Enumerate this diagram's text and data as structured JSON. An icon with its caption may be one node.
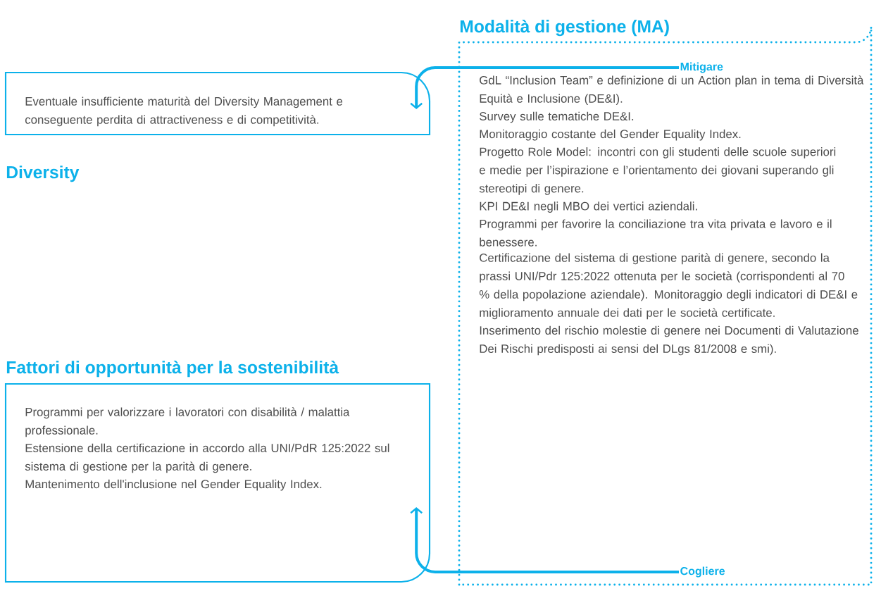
{
  "diagram": {
    "nodes": [
      {
        "text": [
          "Modalità di gestione (MA)",
          "GdL “Inclusion Team” e definizione di un Action plan in tema di Diversità Equità e Inclusione (DE&I).",
          "Survey sulle tematiche DE&I.",
          "Monitoraggio costante del Gender Equality Index.",
          "Progetto Role Model: incontri con gli studenti delle scuole superiori e medie per l’ispirazione e l’orientamento dei giovani superando gli stereotipi di genere.",
          "KPI DE&I negli MBO dei vertici aziendali.",
          "Programmi per favorire la conciliazione tra vita privata e lavoro e il benessere.",
          "Certificazione del sistema di gestione parità di genere, secondo la prassi UNI/Pdr 125:2022 ottenuta per le società (corrispondenti al 70 % della popolazione aziendale). Monitoraggio degli indicatori di DE&I e miglioramento annuale dei dati per le società certificate.",
          "Inserimento del rischio molestie di genere nei Documenti di Valutazione Dei Rischi predisposti ai sensi del DLgs 81/2008 e smi)."
        ]
      },
      {
        "text": [
          "Eventuale insufficiente maturità del Diversity Management e conseguente perdita di attractiveness e di competitività.",
          "Diversity"
        ]
      },
      {
        "text": [
          "Fattori di opportunità per la sostenibilità",
          "Programmi per valorizzare i lavoratori con disabilità / malattia professionale.",
          "Estensione della certificazione in accordo alla UNI/PdR 125:2022 sul sistema di gestione per la parità di genere.",
          "Mantenimento dell'inclusione nel Gender Equality Index."
        ]
      },
      {
        "text": [
          "Mitigare"
        ],
        "in": 0
      },
      {
        "text": [
          "Cogliere"
        ],
        "in": 0
      }
    ],
    "edges": [
      {
        "from": 3,
        "to": 1,
        "arrow": "to"
      },
      {
        "from": 4,
        "to": 2,
        "arrow": "to"
      }
    ]
  }
}
